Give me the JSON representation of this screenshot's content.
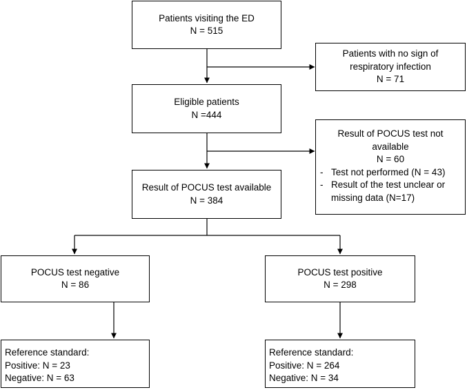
{
  "boxes": {
    "visiting": {
      "line1": "Patients visiting the ED",
      "line2": "N = 515"
    },
    "no_sign": {
      "line1": "Patients with no sign of",
      "line2": "respiratory infection",
      "line3": "N = 71"
    },
    "eligible": {
      "line1": "Eligible patients",
      "line2": "N =444"
    },
    "not_available": {
      "line1": "Result of POCUS test not",
      "line2": "available",
      "line3": "N = 60",
      "bullet_marker": "-",
      "bullets": [
        {
          "text1": "Test not performed (N = 43)"
        },
        {
          "text1": "Result of the test unclear or",
          "text2": "missing data (N=17)"
        }
      ]
    },
    "available": {
      "line1": "Result of POCUS test available",
      "line2": "N = 384"
    },
    "negative": {
      "line1": "POCUS test negative",
      "line2": "N = 86"
    },
    "positive": {
      "line1": "POCUS test positive",
      "line2": "N = 298"
    },
    "ref_negative": {
      "line1": "Reference standard:",
      "line2": "Positive: N = 23",
      "line3": "Negative: N = 63"
    },
    "ref_positive": {
      "line1": "Reference standard:",
      "line2": "Positive: N = 264",
      "line3": "Negative: N = 34"
    }
  }
}
